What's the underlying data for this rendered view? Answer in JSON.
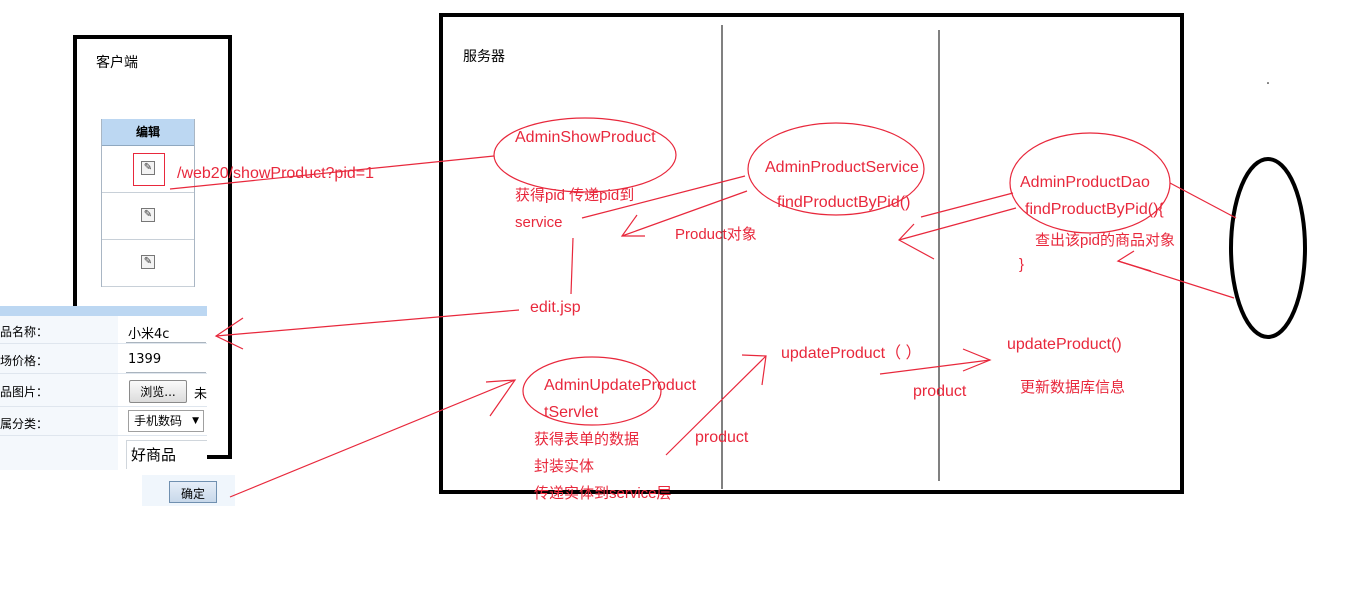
{
  "client": {
    "title": "客户端",
    "table": {
      "header": "编辑",
      "rows": 3
    },
    "form": {
      "rows": [
        {
          "label": "品名称：",
          "value": "小米4c"
        },
        {
          "label": "场价格：",
          "value": "1399"
        },
        {
          "label": "品图片：",
          "button": "浏览...",
          "trailing": "未"
        },
        {
          "label": "属分类：",
          "select": "手机数码"
        },
        {
          "label": "",
          "value": "好商品"
        }
      ],
      "submit": "确定"
    }
  },
  "server": {
    "title": "服务器",
    "nodes": {
      "show_servlet": "AdminShowProduct",
      "service": "AdminProductService",
      "dao": "AdminProductDao",
      "update_servlet": "AdminUpdateProduct\ntServlet"
    },
    "labels": {
      "request_url": "/web20/showProduct?pid=1",
      "get_pid": "获得pid 传递pid到\nservice",
      "product_object": "Product对象",
      "find_method": "findProductByPid()",
      "dao_method": "findProductByPid(){",
      "dao_query": "查出该pid的商品对象",
      "dao_close": "}",
      "edit_jsp": "edit.jsp",
      "update_service": "updateProduct（  ）",
      "update_dao": "updateProduct()",
      "product_arg_1": "product",
      "product_arg_2": "product",
      "update_db": "更新数据库信息",
      "servlet_steps": "获得表单的数据\n封装实体\n传递实体到service层"
    }
  },
  "colors": {
    "annotation": "#e8283c",
    "frame": "#000000",
    "header": "#bcd7f2"
  }
}
